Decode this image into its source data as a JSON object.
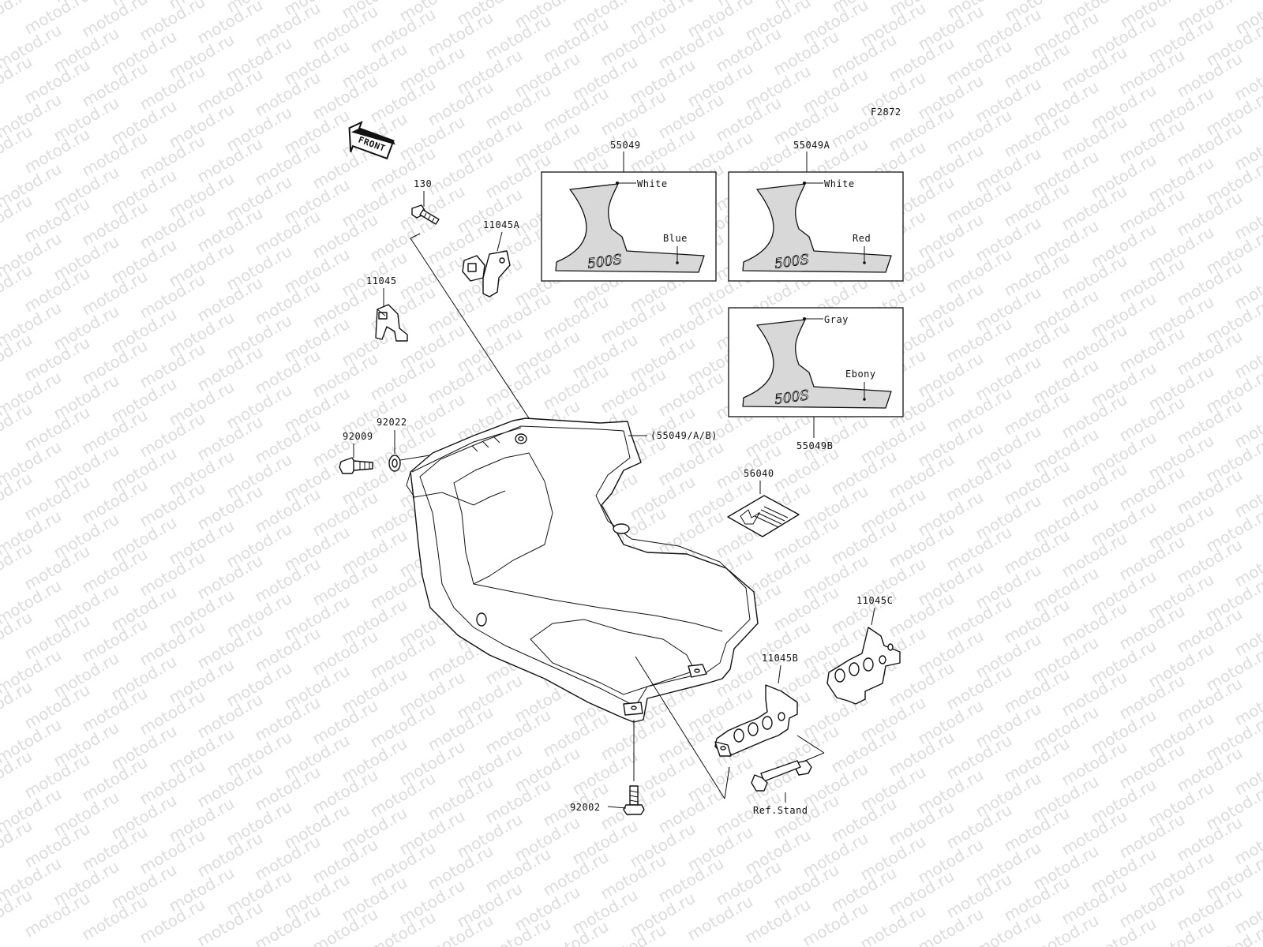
{
  "figure_code": "F2872",
  "front_arrow_text": "FRONT",
  "watermark_text": "motod.ru",
  "callouts": {
    "p130": "130",
    "p11045A": "11045A",
    "p11045": "11045",
    "p92022": "92022",
    "p92009": "92009",
    "p55049ABref": "(55049/A/B)",
    "p56040": "56040",
    "p11045C": "11045C",
    "p11045B": "11045B",
    "p92002": "92002",
    "refstand": "Ref.Stand"
  },
  "decal_55049": {
    "part": "55049",
    "model": "500S",
    "color1": "White",
    "color2": "Blue"
  },
  "decal_55049A": {
    "part": "55049A",
    "model": "500S",
    "color1": "White",
    "color2": "Red"
  },
  "decal_55049B": {
    "part": "55049B",
    "model": "500S",
    "color1": "Gray",
    "color2": "Ebony"
  },
  "colors": {
    "line": "#111111",
    "watermark": "#dcdcdc",
    "decal_fill": "#d8d8d8"
  }
}
